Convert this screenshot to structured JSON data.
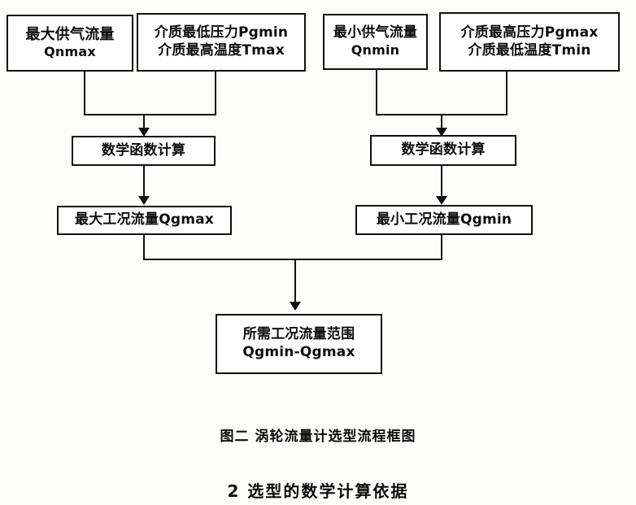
{
  "figure": {
    "caption": "图二  涡轮流量计选型流程框图",
    "section_heading": "2  选型的数学计算依据"
  },
  "diagram": {
    "type": "flowchart",
    "orientation": "top-to-bottom",
    "nodes": [
      {
        "id": "n1",
        "row": 1,
        "lines": [
          "最大供气流量",
          "Qnmax"
        ]
      },
      {
        "id": "n2",
        "row": 1,
        "lines": [
          "介质最低压力Pgmin",
          "介质最高温度Tmax"
        ]
      },
      {
        "id": "n3",
        "row": 1,
        "lines": [
          "最小供气流量",
          "Qnmin"
        ]
      },
      {
        "id": "n4",
        "row": 1,
        "lines": [
          "介质最高压力Pgmax",
          "介质最低温度Tmin"
        ]
      },
      {
        "id": "n5",
        "row": 2,
        "lines": [
          "数学函数计算"
        ]
      },
      {
        "id": "n6",
        "row": 2,
        "lines": [
          "数学函数计算"
        ]
      },
      {
        "id": "n7",
        "row": 3,
        "lines": [
          "最大工况流量Qgmax"
        ]
      },
      {
        "id": "n8",
        "row": 3,
        "lines": [
          "最小工况流量Qgmin"
        ]
      },
      {
        "id": "n9",
        "row": 4,
        "lines": [
          "所需工况流量范围",
          "Qgmin-Qgmax"
        ]
      }
    ],
    "edges": [
      {
        "from": [
          "n1",
          "n2"
        ],
        "to": "n5",
        "style": "merge-arrow"
      },
      {
        "from": [
          "n3",
          "n4"
        ],
        "to": "n6",
        "style": "merge-arrow"
      },
      {
        "from": [
          "n5"
        ],
        "to": "n7",
        "style": "arrow"
      },
      {
        "from": [
          "n6"
        ],
        "to": "n8",
        "style": "arrow"
      },
      {
        "from": [
          "n7",
          "n8"
        ],
        "to": "n9",
        "style": "merge-arrow"
      }
    ],
    "colors": {
      "line": "#111111",
      "box_fill": "#ffffff",
      "text": "#0d0d0d",
      "background": "#fdfdfc"
    }
  }
}
